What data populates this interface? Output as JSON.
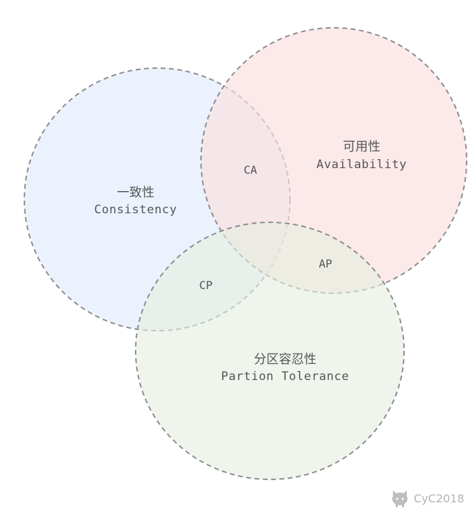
{
  "circles": [
    {
      "id": "consistency",
      "label_zh": "一致性",
      "label_en": "Consistency",
      "fill": "#e9f0fd",
      "stroke": "#8c8c8c"
    },
    {
      "id": "availability",
      "label_zh": "可用性",
      "label_en": "Availability",
      "fill": "#fbdede",
      "stroke": "#8c8c8c"
    },
    {
      "id": "partition",
      "label_zh": "分区容忍性",
      "label_en": "Partion Tolerance",
      "fill": "#e4eee0",
      "stroke": "#8c8c8c"
    }
  ],
  "overlaps": {
    "ca": "CA",
    "cp": "CP",
    "ap": "AP"
  },
  "watermark": {
    "icon": "github-octocat-icon",
    "text": "CyC2018"
  }
}
